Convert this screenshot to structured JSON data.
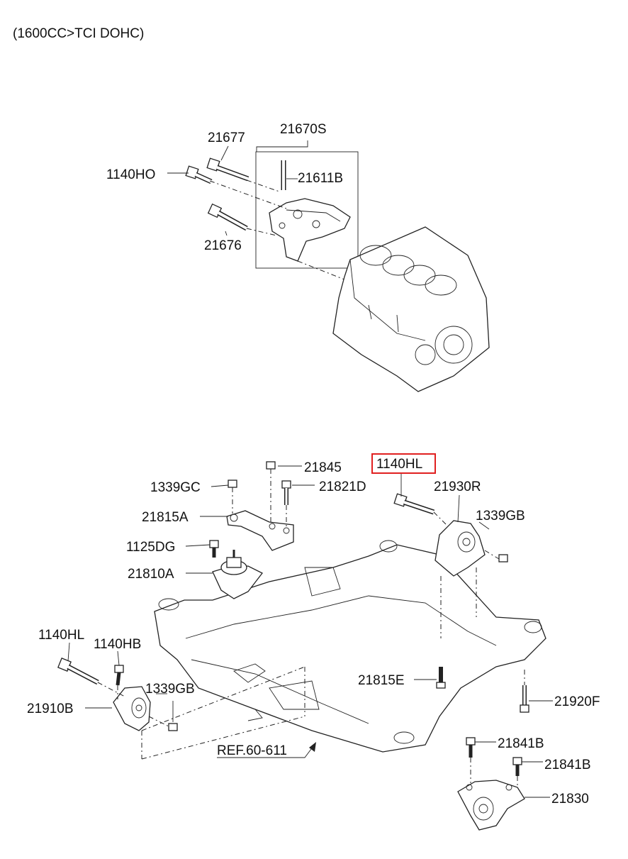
{
  "header": {
    "variant": "(1600CC>TCI DOHC)"
  },
  "colors": {
    "highlight": "#e02020",
    "line": "#222222"
  },
  "callouts": {
    "c21677": "21677",
    "c21670S": "21670S",
    "c1140HO": "1140HO",
    "c21611B": "21611B",
    "c21676": "21676",
    "c1140HL_top": "1140HL",
    "c21845": "21845",
    "c1339GC": "1339GC",
    "c21821D": "21821D",
    "c21930R": "21930R",
    "c21815A": "21815A",
    "c1339GB_right": "1339GB",
    "c1125DG": "1125DG",
    "c21810A": "21810A",
    "c1140HL_left": "1140HL",
    "c1140HB": "1140HB",
    "c21815E": "21815E",
    "c1339GB_left": "1339GB",
    "c21920F": "21920F",
    "c21910B": "21910B",
    "c21841B_a": "21841B",
    "c21841B_b": "21841B",
    "ref": "REF.60-611",
    "c21830": "21830"
  },
  "highlighted_part": "1140HL"
}
